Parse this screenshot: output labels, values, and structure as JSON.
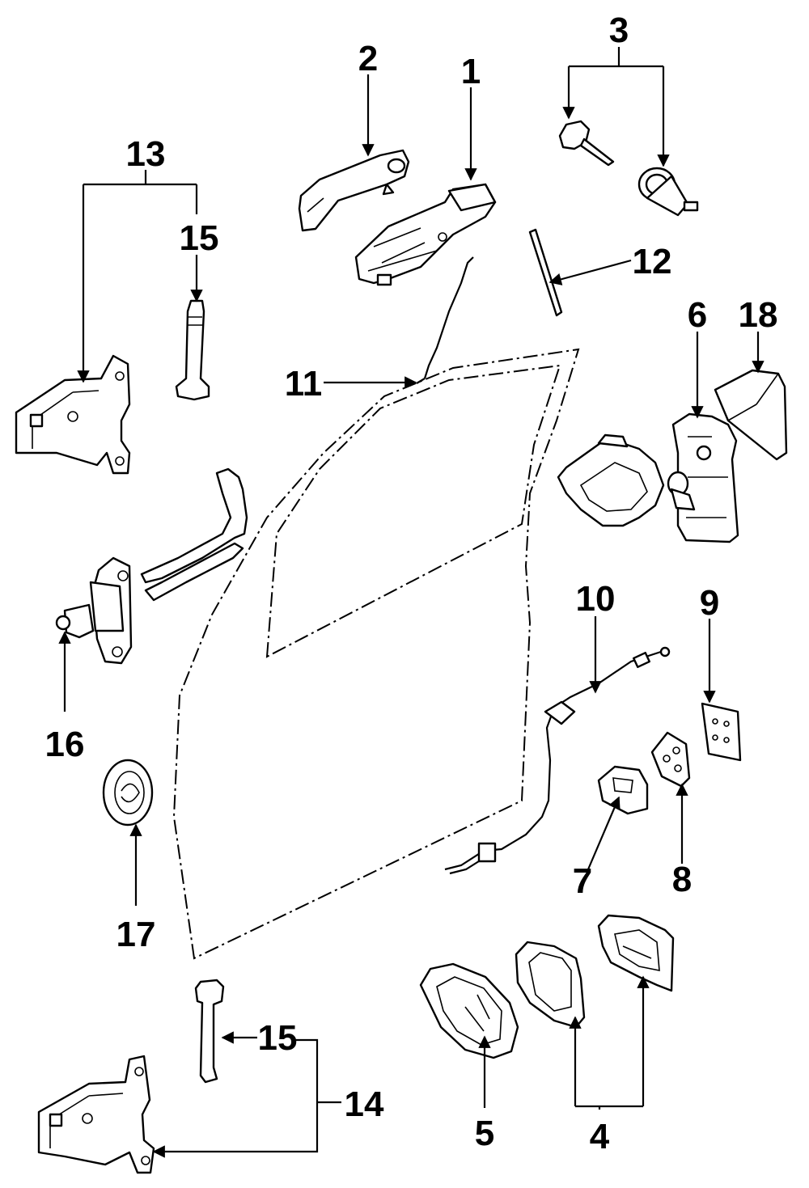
{
  "callouts": {
    "c1": "1",
    "c2": "2",
    "c3": "3",
    "c4": "4",
    "c5": "5",
    "c6": "6",
    "c7": "7",
    "c8": "8",
    "c9": "9",
    "c10": "10",
    "c11": "11",
    "c12": "12",
    "c13": "13",
    "c14": "14",
    "c15a": "15",
    "c15b": "15",
    "c16": "16",
    "c17": "17",
    "c18": "18"
  },
  "colors": {
    "ink": "#000000",
    "paper": "#ffffff"
  }
}
